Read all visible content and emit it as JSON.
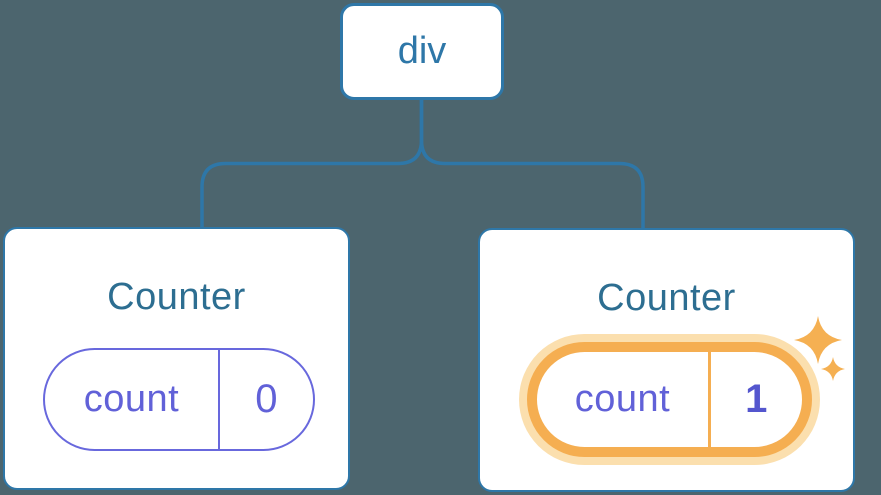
{
  "diagram": {
    "description": "React component tree diagram: root div element with two Counter component children, each holding a count state pill",
    "background_color": "#4C656E",
    "line_color": "#2E77A8",
    "root_node": {
      "label": "div"
    },
    "child_nodes": [
      {
        "title": "Counter",
        "state_pill": {
          "key": "count",
          "value": "0"
        },
        "highlighted": false
      },
      {
        "title": "Counter",
        "state_pill": {
          "key": "count",
          "value": "1"
        },
        "highlighted": true,
        "highlight_icon": "sparkles-icon"
      }
    ],
    "colors": {
      "node_background": "#FFFFFF",
      "node_border_blue": "#2E77A8",
      "node_title_blue": "#2D6E91",
      "state_purple_text": "#6161D8",
      "state_purple_border": "#6868DD",
      "state_value_bold_purple": "#5456CE",
      "highlight_orange": "#F5AE51",
      "highlight_halo": "#FBDFAE"
    }
  }
}
